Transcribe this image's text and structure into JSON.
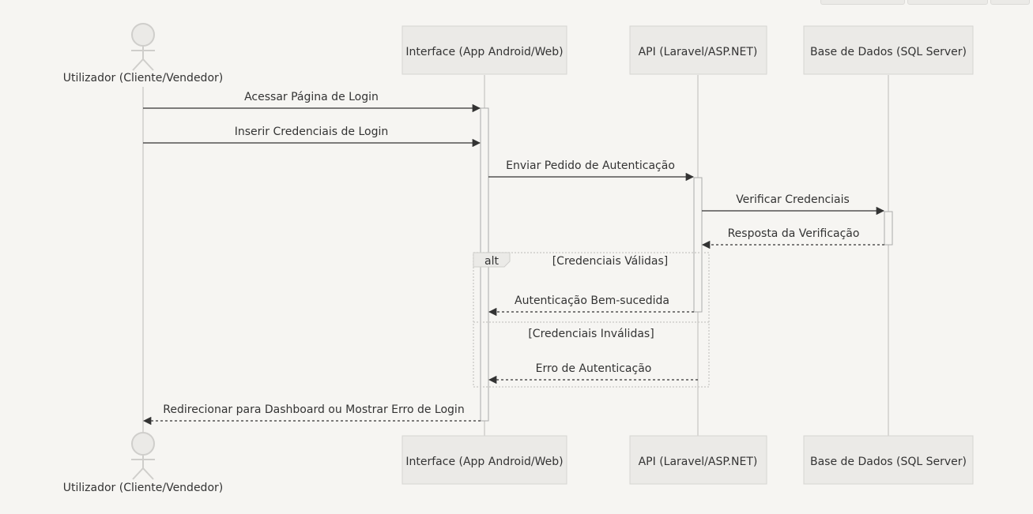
{
  "participants": [
    {
      "id": "user",
      "label": "Utilizador (Cliente/Vendedor)",
      "kind": "actor"
    },
    {
      "id": "ui",
      "label": "Interface (App Android/Web)",
      "kind": "box"
    },
    {
      "id": "api",
      "label": "API (Laravel/ASP.NET)",
      "kind": "box"
    },
    {
      "id": "db",
      "label": "Base de Dados (SQL Server)",
      "kind": "box"
    }
  ],
  "messages": [
    {
      "label": "Acessar Página de Login",
      "from": "user",
      "to": "ui",
      "style": "solid"
    },
    {
      "label": "Inserir Credenciais de Login",
      "from": "user",
      "to": "ui",
      "style": "solid"
    },
    {
      "label": "Enviar Pedido de Autenticação",
      "from": "ui",
      "to": "api",
      "style": "solid"
    },
    {
      "label": "Verificar Credenciais",
      "from": "api",
      "to": "db",
      "style": "solid"
    },
    {
      "label": "Resposta da Verificação",
      "from": "db",
      "to": "api",
      "style": "dashed"
    },
    {
      "label": "Autenticação Bem-sucedida",
      "from": "api",
      "to": "ui",
      "style": "dashed"
    },
    {
      "label": "Erro de Autenticação",
      "from": "api",
      "to": "ui",
      "style": "dashed"
    },
    {
      "label": "Redirecionar para Dashboard ou Mostrar Erro de Login",
      "from": "ui",
      "to": "user",
      "style": "dashed"
    }
  ],
  "alt_block": {
    "keyword": "alt",
    "branch_1": "[Credenciais Válidas]",
    "branch_2": "[Credenciais Inválidas]"
  },
  "colors": {
    "background": "#f6f5f2",
    "box_fill": "#ebeae7",
    "box_stroke": "#d6d5d2",
    "lifeline": "#cfcecb",
    "arrow": "#333333",
    "alt_stroke": "#cfcecb"
  }
}
